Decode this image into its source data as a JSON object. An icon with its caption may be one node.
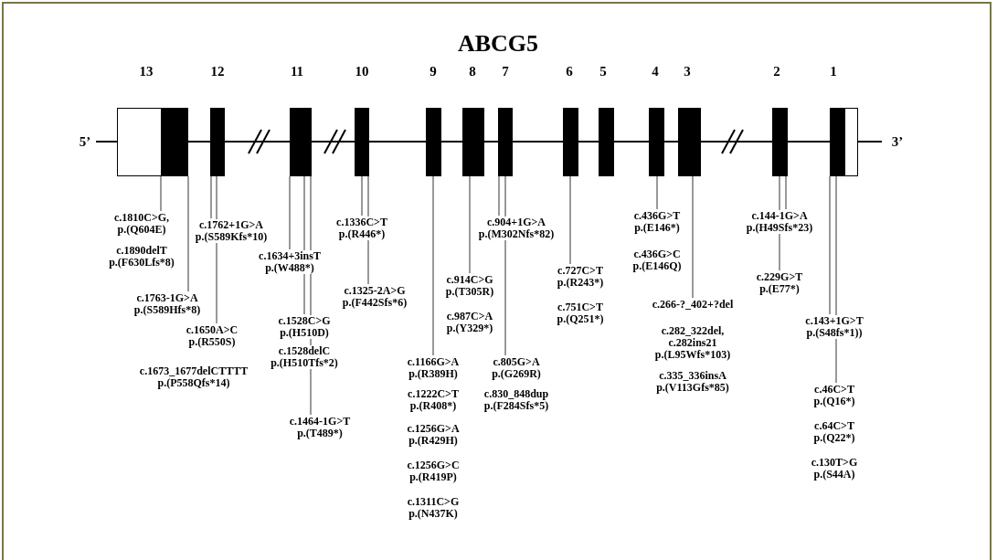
{
  "diagram": {
    "title": "ABCG5",
    "nodes": [
      {
        "text": [
          "13"
        ]
      },
      {
        "text": [
          "12"
        ]
      },
      {
        "text": [
          "11"
        ]
      },
      {
        "text": [
          "10"
        ]
      },
      {
        "text": [
          "9"
        ]
      },
      {
        "text": [
          "8"
        ]
      },
      {
        "text": [
          "7"
        ]
      },
      {
        "text": [
          "6"
        ]
      },
      {
        "text": [
          "5"
        ]
      },
      {
        "text": [
          "4"
        ]
      },
      {
        "text": [
          "3"
        ]
      },
      {
        "text": [
          "2"
        ]
      },
      {
        "text": [
          "1"
        ]
      },
      {
        "text": [
          "c.1810C>G,",
          "p.(Q604E)"
        ]
      },
      {
        "text": [
          "c.1763-1G>A",
          "p.(S589Hfs*8)"
        ]
      },
      {
        "text": [
          "c.1762+1G>A",
          "p.(S589Kfs*10)"
        ]
      },
      {
        "text": [
          "c.1650A>C",
          "p.(R550S)"
        ]
      },
      {
        "text": [
          "c.1634+3insT",
          "p.(W488*)"
        ]
      },
      {
        "text": [
          "c.1528C>G",
          "p.(H510D)"
        ]
      },
      {
        "text": [
          "c.1464-1G>T",
          "p.(T489*)"
        ]
      },
      {
        "text": [
          "c.1336C>T",
          "p.(R446*)"
        ]
      },
      {
        "text": [
          "c.1325-2A>G",
          "p.(F442Sfs*6)"
        ]
      },
      {
        "text": [
          "c.1166G>A",
          "p.(R389H)"
        ]
      },
      {
        "text": [
          "c.914C>G",
          "p.(T305R)"
        ]
      },
      {
        "text": [
          "c.904+1G>A",
          "p.(M302Nfs*82)"
        ]
      },
      {
        "text": [
          "c.805G>A",
          "p.(G269R)"
        ]
      },
      {
        "text": [
          "c.727C>T",
          "p.(R243*)"
        ]
      },
      {
        "text": [
          "c.436G>T",
          "p.(E146*)"
        ]
      },
      {
        "text": [
          "c.266-?_402+?del"
        ]
      },
      {
        "text": [
          "c.144-1G>A",
          "p.(H49Sfs*23)"
        ]
      },
      {
        "text": [
          "c.229G>T",
          "p.(E77*)"
        ]
      },
      {
        "text": [
          "c.143+1G>T",
          "p.(S48fs*1))"
        ]
      },
      {
        "text": [
          "c.46C>T",
          "p.(Q16*)"
        ]
      }
    ],
    "edges": [
      {
        "from": 13,
        "to": 0,
        "arrow": "none"
      },
      {
        "from": 14,
        "to": 0,
        "arrow": "none"
      },
      {
        "from": 15,
        "to": 1,
        "arrow": "none"
      },
      {
        "from": 16,
        "to": 1,
        "arrow": "none"
      },
      {
        "from": 17,
        "to": 2,
        "arrow": "none"
      },
      {
        "from": 18,
        "to": 2,
        "arrow": "none"
      },
      {
        "from": 19,
        "to": 2,
        "arrow": "none"
      },
      {
        "from": 20,
        "to": 3,
        "arrow": "none"
      },
      {
        "from": 21,
        "to": 3,
        "arrow": "none"
      },
      {
        "from": 22,
        "to": 4,
        "arrow": "none"
      },
      {
        "from": 23,
        "to": 5,
        "arrow": "none"
      },
      {
        "from": 24,
        "to": 6,
        "arrow": "none"
      },
      {
        "from": 25,
        "to": 6,
        "arrow": "none"
      },
      {
        "from": 26,
        "to": 7,
        "arrow": "none"
      },
      {
        "from": 27,
        "to": 9,
        "arrow": "none"
      },
      {
        "from": 28,
        "to": 10,
        "arrow": "none"
      },
      {
        "from": 29,
        "to": 11,
        "arrow": "none"
      },
      {
        "from": 30,
        "to": 11,
        "arrow": "none"
      },
      {
        "from": 31,
        "to": 12,
        "arrow": "none"
      },
      {
        "from": 32,
        "to": 12,
        "arrow": "none"
      }
    ],
    "labels": [
      "5’",
      "3’",
      "c.1890delT",
      "p.(F630Lfs*8)",
      "c.1673_1677delCTTTT",
      "p.(P558Qfs*14)",
      "c.1528delC",
      "p.(H510Tfs*2)",
      "c.1222C>T",
      "p.(R408*)",
      "c.1256G>A",
      "p.(R429H)",
      "c.1256G>C",
      "p.(R419P)",
      "c.1311C>G",
      "p.(N437K)",
      "c.987C>A",
      "p.(Y329*)",
      "c.830_848dup",
      "p.(F284Sfs*5)",
      "c.751C>T",
      "p.(Q251*)",
      "c.436G>C",
      "p.(E146Q)",
      "c.282_322del,",
      "c.282ins21",
      "p.(L95Wfs*103)",
      "c.335_336insA",
      "p.(V113Gfs*85)",
      "c.64C>T",
      "p.(Q22*)",
      "c.130T>G",
      "p.(S44A)"
    ]
  }
}
